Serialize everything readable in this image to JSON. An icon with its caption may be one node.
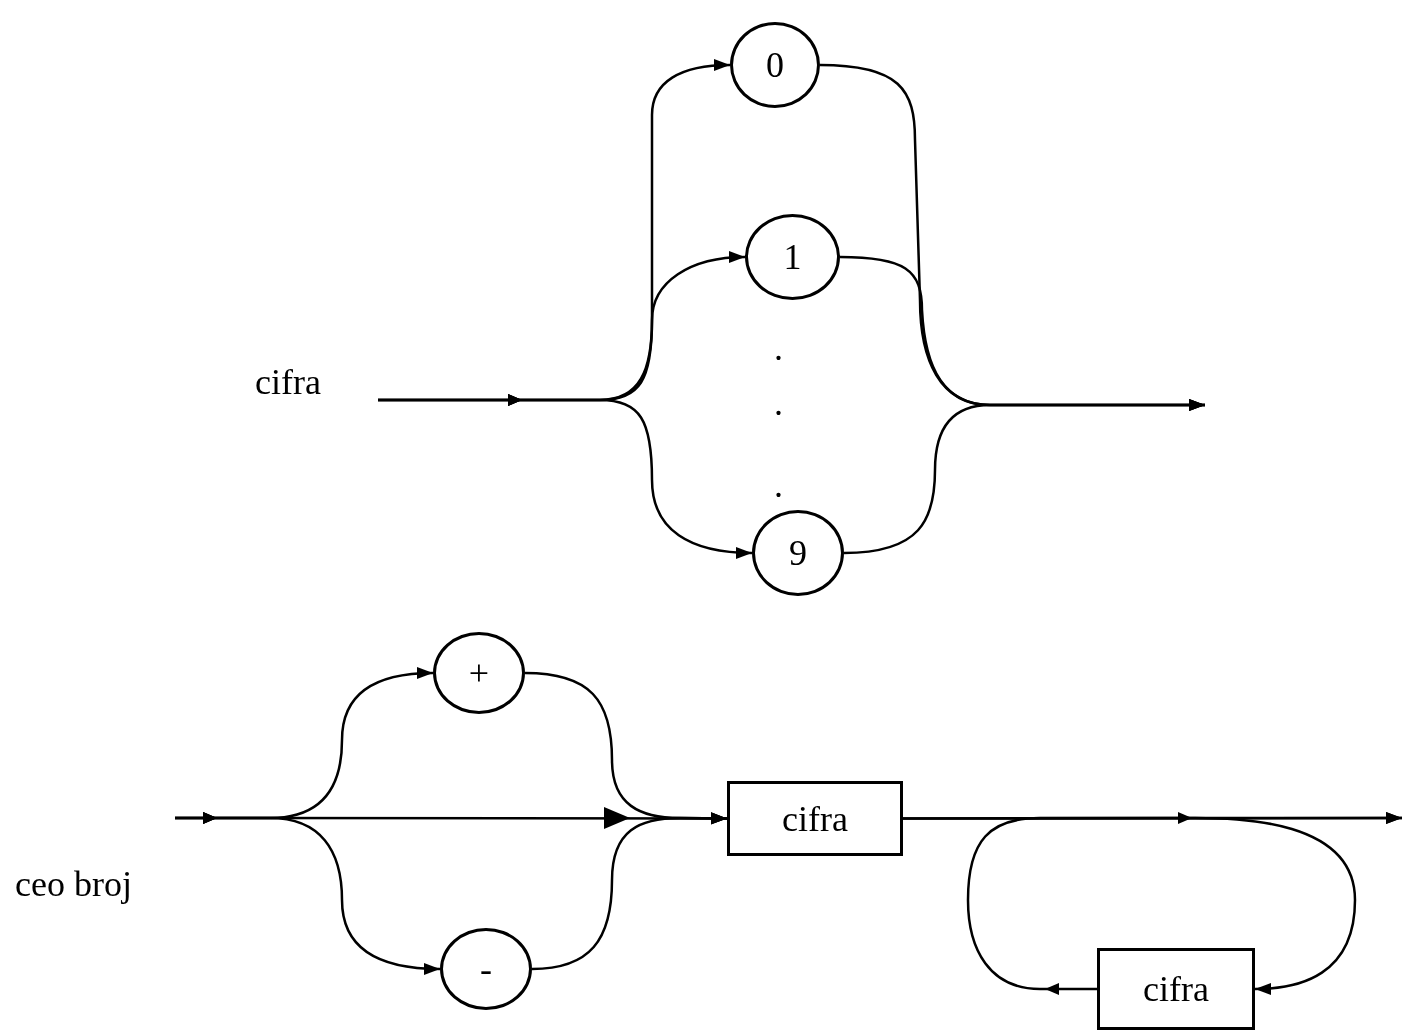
{
  "diagram": {
    "nodes": [
      {
        "text": [
          "0"
        ]
      },
      {
        "text": [
          "1"
        ]
      },
      {
        "text": [
          "9"
        ]
      },
      {
        "text": [
          "+"
        ]
      },
      {
        "text": [
          "-"
        ]
      },
      {
        "text": [
          "cifra"
        ]
      },
      {
        "text": [
          "cifra"
        ]
      }
    ],
    "edges": [
      {
        "from": null,
        "to": 0,
        "arrow": "to"
      },
      {
        "from": null,
        "to": 1,
        "arrow": "to"
      },
      {
        "from": null,
        "to": 2,
        "arrow": "to"
      },
      {
        "from": 0,
        "to": null,
        "arrow": "to"
      },
      {
        "from": 1,
        "to": null,
        "arrow": "to"
      },
      {
        "from": 2,
        "to": null,
        "arrow": "to"
      },
      {
        "from": null,
        "to": 3,
        "arrow": "to"
      },
      {
        "from": null,
        "to": 4,
        "arrow": "to"
      },
      {
        "from": null,
        "to": 5,
        "arrow": "to"
      },
      {
        "from": 3,
        "to": 5,
        "arrow": "to"
      },
      {
        "from": 4,
        "to": 5,
        "arrow": "to"
      },
      {
        "from": 5,
        "to": null,
        "arrow": "to"
      },
      {
        "from": 5,
        "to": 6,
        "arrow": "to"
      },
      {
        "from": 6,
        "to": null,
        "arrow": "to"
      }
    ],
    "labels": [
      "cifra",
      ".",
      ".",
      ".",
      "ceo broj"
    ]
  }
}
